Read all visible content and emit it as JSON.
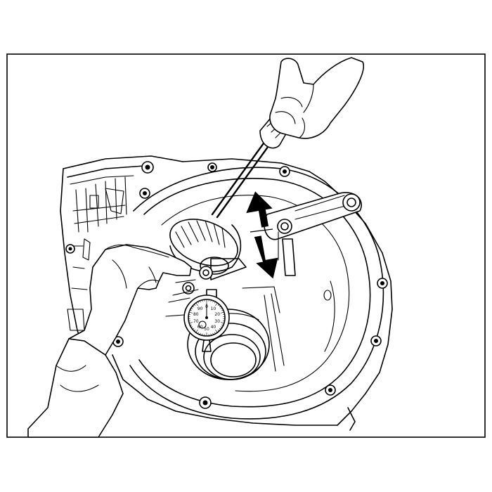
{
  "figure": {
    "frame_color": "#000000",
    "background": "#ffffff",
    "line_color": "#000000"
  },
  "gauge": {
    "dial_numbers": [
      "0",
      "10",
      "20",
      "30",
      "40",
      "50",
      "60",
      "70",
      "80",
      "90"
    ]
  },
  "arrow": {
    "direction": "up-down",
    "icon": "double-headed-arrow-icon"
  }
}
